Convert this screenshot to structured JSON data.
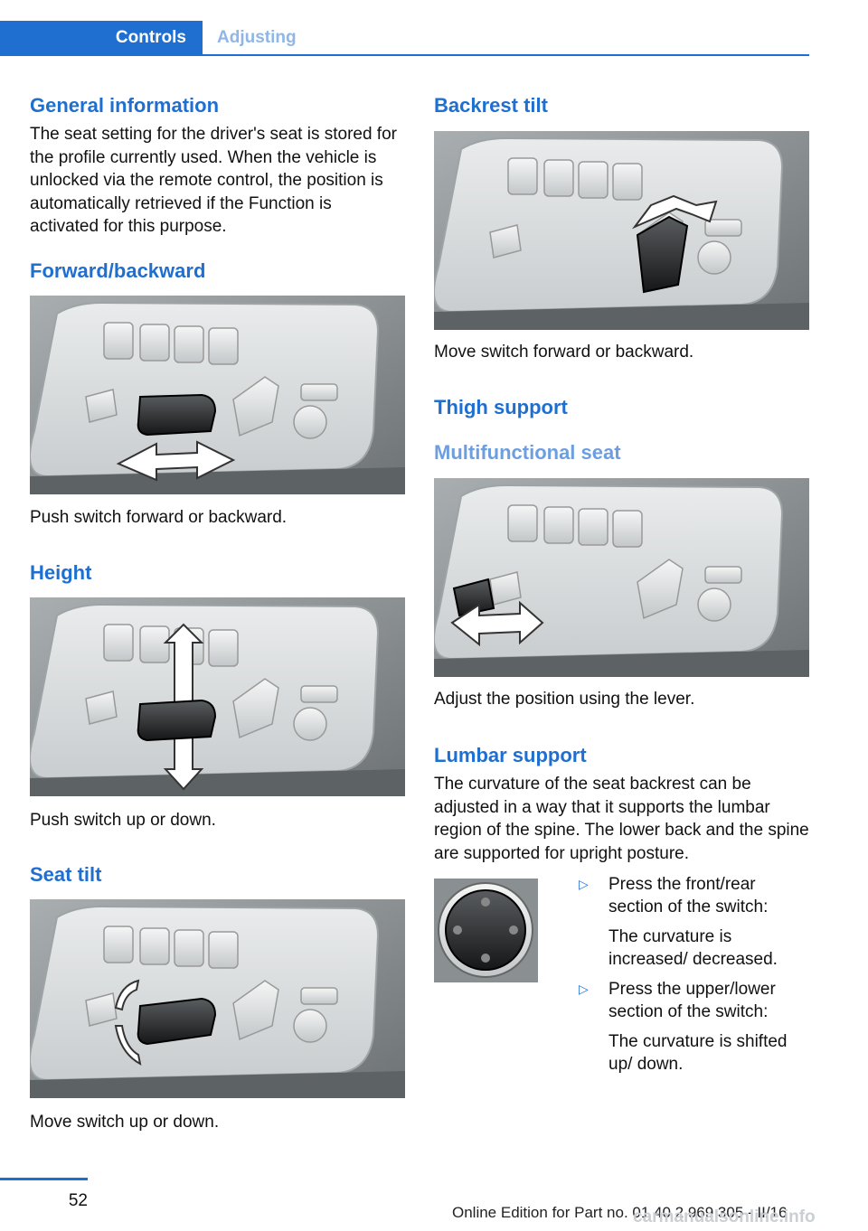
{
  "header": {
    "tab_active": "Controls",
    "tab_inactive": "Adjusting",
    "accent_color": "#1f6fd1"
  },
  "left": {
    "general_title": "General information",
    "general_text": "The seat setting for the driver's seat is stored for the profile currently used. When the vehicle is unlocked via the remote control, the position is automatically retrieved if the Function is activated for this purpose.",
    "forward_title": "Forward/backward",
    "forward_caption": "Push switch forward or backward.",
    "height_title": "Height",
    "height_caption": "Push switch up or down.",
    "tilt_title": "Seat tilt",
    "tilt_caption": "Move switch up or down."
  },
  "right": {
    "backrest_title": "Backrest tilt",
    "backrest_caption": "Move switch forward or backward.",
    "thigh_title": "Thigh support",
    "multi_subtitle": "Multifunctional seat",
    "multi_caption": "Adjust the position using the lever.",
    "lumbar_title": "Lumbar support",
    "lumbar_text": "The curvature of the seat backrest can be adjusted in a way that it supports the lumbar region of the spine. The lower back and the spine are supported for upright posture.",
    "bullets": [
      {
        "main": "Press the front/rear section of the switch:",
        "sub": "The curvature is increased/ decreased."
      },
      {
        "main": "Press the upper/lower section of the switch:",
        "sub": "The curvature is shifted up/ down."
      }
    ]
  },
  "footer": {
    "page_number": "52",
    "edition": "Online Edition for Part no. 01 40 2 969 305 - II/16",
    "watermark": "carmanualsonline.info"
  }
}
